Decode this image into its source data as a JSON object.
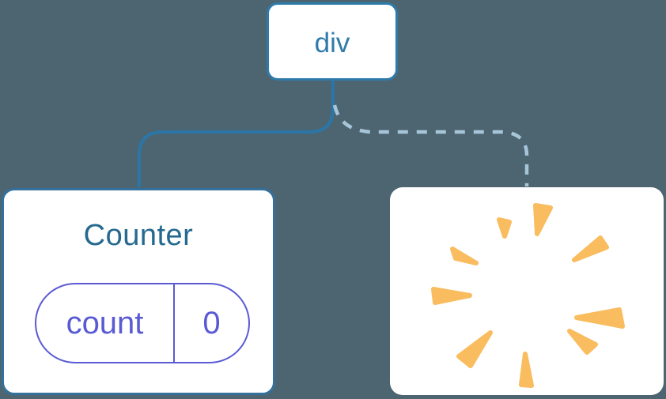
{
  "diagram": {
    "title": "component-tree-with-removed-node",
    "root_node": {
      "label": "div"
    },
    "counter_card": {
      "title": "Counter",
      "state_pill": {
        "key": "count",
        "value": "0"
      }
    },
    "removed_card": {
      "icon": "poof-starburst"
    },
    "edges": [
      {
        "from": "div",
        "to": "Counter",
        "style": "solid"
      },
      {
        "from": "div",
        "to": "removed",
        "style": "dashed"
      }
    ]
  },
  "colors": {
    "background": "#4d6570",
    "card": "#ffffff",
    "edge-solid": "#2b76a7",
    "edge-dashed": "#a7c5d9",
    "node-border": "#2e7bab",
    "node-text": "#2e7bab",
    "counter-border": "#33719c",
    "counter-title": "#25698f",
    "state-purple": "#5a5ad5",
    "poof-orange": "#f9bc5e"
  }
}
